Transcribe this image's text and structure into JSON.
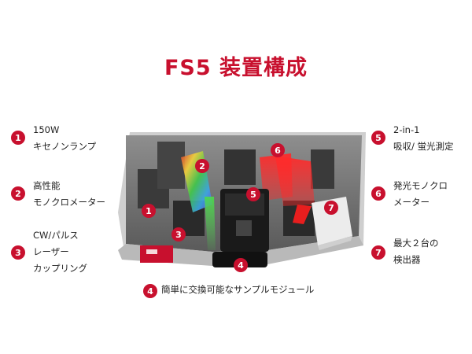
{
  "title": "FS5 装置構成",
  "components": [
    {
      "num": "1",
      "lines": [
        "150W",
        "キセノンランプ"
      ]
    },
    {
      "num": "2",
      "lines": [
        "高性能",
        "モノクロメーター"
      ]
    },
    {
      "num": "3",
      "lines": [
        "CW/パルス",
        "レーザー",
        "カップリング"
      ]
    },
    {
      "num": "4",
      "lines": [
        "簡単に交換可能なサンプルモジュール"
      ]
    },
    {
      "num": "5",
      "lines": [
        "2-in-1",
        "吸収/ 蛍光測定"
      ]
    },
    {
      "num": "6",
      "lines": [
        "発光モノクロ",
        "メーター"
      ]
    },
    {
      "num": "7",
      "lines": [
        "最大２台の",
        "検出器"
      ]
    }
  ],
  "colors": {
    "accent": "#c8102e",
    "text": "#222222"
  }
}
